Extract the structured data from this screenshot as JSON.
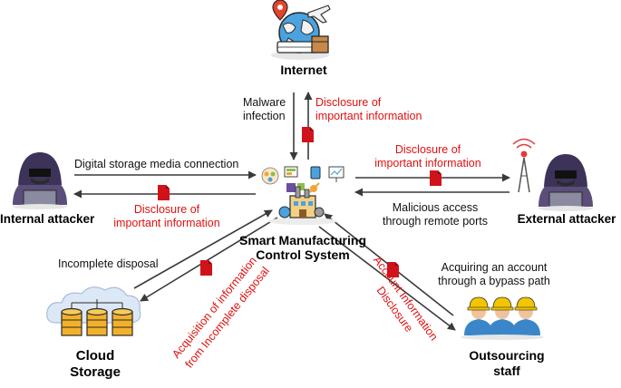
{
  "nodes": {
    "internet": "Internet",
    "internal_attacker": "Internal attacker",
    "external_attacker": "External attacker",
    "center_line1": "Smart Manufacturing",
    "center_line2": "Control System",
    "cloud_line1": "Cloud",
    "cloud_line2": "Storage",
    "outsourcing_line1": "Outsourcing",
    "outsourcing_line2": "staff"
  },
  "edges": {
    "malware_line1": "Malware",
    "malware_line2": "infection",
    "internet_disclosure_line1": "Disclosure of",
    "internet_disclosure_line2": "important information",
    "digital_storage": "Digital storage media connection",
    "internal_disclosure_line1": "Disclosure of",
    "internal_disclosure_line2": "important information",
    "external_disclosure_line1": "Disclosure of",
    "external_disclosure_line2": "important information",
    "malicious_line1": "Malicious access",
    "malicious_line2": "through remote ports",
    "incomplete_disposal": "Incomplete disposal",
    "acquisition_line1": "Acquisition of information",
    "acquisition_line2": "from Incomplete disposal",
    "acquiring_line1": "Acquiring an account",
    "acquiring_line2": "through a bypass path",
    "account_info_line1": "Account Information",
    "account_info_line2": "Disclosure"
  },
  "colors": {
    "threat_red": "#e01010",
    "document_red": "#d0121b",
    "arrow": "#3a3a3a"
  }
}
